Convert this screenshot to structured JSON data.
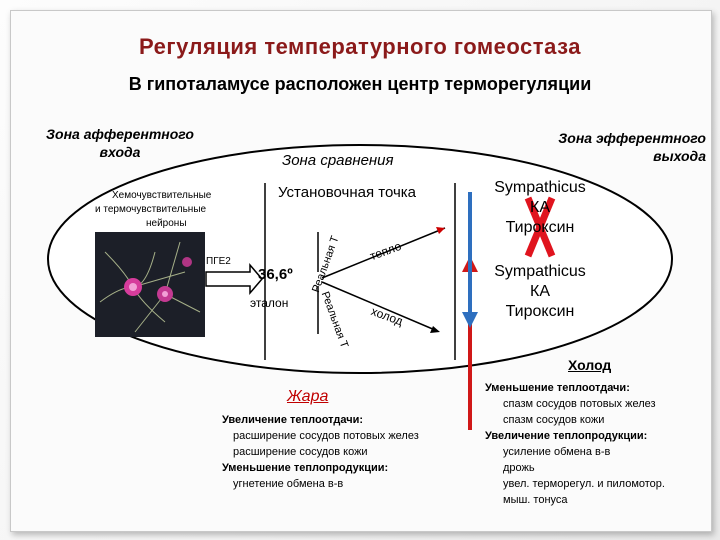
{
  "slide": {
    "title": "Регуляция температурного гомеостаза",
    "subtitle": "В гипоталамусе расположен центр терморегуляции"
  },
  "zones": {
    "afferent": "Зона афферентного входа",
    "comparison": "Зона сравнения",
    "efferent": "Зона эфферентного выхода"
  },
  "neurons": {
    "line1": "Хемочувствительные",
    "line2": "и термочувствительные",
    "line3": "нейроны"
  },
  "pge": "ПГЕ2",
  "setpoint": {
    "label": "Установочная точка",
    "value": "36,6º",
    "reference": "эталон"
  },
  "real_t_top": "Реальная Т",
  "real_t_bottom": "Реальная Т",
  "warm": "тепло",
  "cold_arrow": "холод",
  "sympathicus_top": [
    "Sympathicus",
    "КА",
    "Тироксин"
  ],
  "sympathicus_bottom": [
    "Sympathicus",
    "КА",
    "Тироксин"
  ],
  "cold_title": "Холод",
  "cold_list": [
    "Уменьшение теплоотдачи:",
    "спазм сосудов потовых желез",
    "спазм сосудов кожи",
    "Увеличение теплопродукции:",
    "усиление обмена в-в",
    "дрожь",
    "увел. терморегул. и пиломотор.",
    "мыш. тонуса"
  ],
  "heat_title": "Жара",
  "heat_list": [
    "Увеличение теплоотдачи:",
    "расширение сосудов потовых желез",
    "расширение сосудов кожи",
    "Уменьшение теплопродукции:",
    "угнетение обмена в-в"
  ],
  "colors": {
    "title": "#8b1a1a",
    "red_cross": "#e0141e",
    "blue_arrow": "#2e6fbf",
    "heat_title": "#c00000"
  }
}
